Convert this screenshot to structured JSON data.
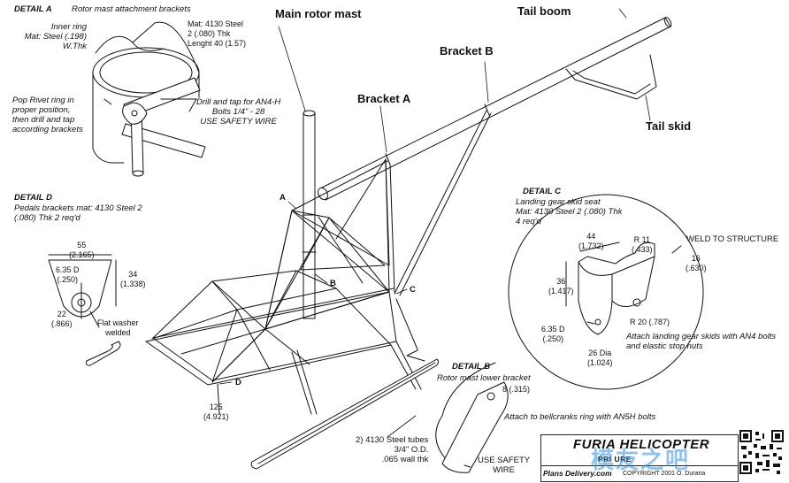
{
  "labels": {
    "main_rotor_mast": "Main rotor mast",
    "tail_boom": "Tail boom",
    "bracket_b": "Bracket B",
    "bracket_a": "Bracket A",
    "tail_skid": "Tail skid",
    "point_a": "A",
    "point_b": "B",
    "point_c": "C",
    "point_d": "D"
  },
  "detail_a": {
    "title": "DETAIL A",
    "caption": "Rotor mast attachment brackets",
    "inner_ring": "Inner ring\nMat: Steel (.198)\nW.Thk",
    "material": "Mat: 4130 Steel\n2 (.080) Thk\nLenght 40 (1.57)",
    "pop_rivet": "Pop Rivet ring in\nproper position,\nthen drill and tap\naccording brackets",
    "drill": "Drill and tap for AN4-H\nBolts 1/4\" - 28\nUSE SAFETY WIRE"
  },
  "detail_d": {
    "title": "DETAIL D",
    "caption": "Pedals brackets mat: 4130 Steel 2\n(.080) Thk 2 req'd",
    "dim_width": "55\n(2.165)",
    "dim_hole": "6.35 D\n(.250)",
    "dim_height": "34\n(1.338)",
    "dim_dia": "22\n(.866)",
    "washer": "Flat washer\nwelded",
    "dim_125": "125\n(4.921)"
  },
  "detail_c": {
    "title": "DETAIL C",
    "caption": "Landing gear skid seat\nMat: 4130 Steel 2 (.080) Thk\n4 req'd",
    "weld": "WELD TO STRUCTURE",
    "dim_44": "44\n(1.732)",
    "dim_r11": "R 11\n(.433)",
    "dim_16": "16\n(.630)",
    "dim_36": "36\n(1.417)",
    "dim_r20": "R 20 (.787)",
    "dim_635": "6.35 D\n(.250)",
    "dim_26": "26 Dia\n(1.024)",
    "attach": "Attach landing gear skids with AN4 bolts\nand elastic stop nuts"
  },
  "detail_b": {
    "title": "DETAIL B",
    "caption": "Rotor mast lower bracket",
    "dim_8": "8 (.315)",
    "attach": "Attach to bellcranks ring with AN5H bolts",
    "safety": "USE SAFETY\nWIRE"
  },
  "tubes_note": "2) 4130 Steel tubes\n3/4\" O.D.\n.065 wall thk",
  "title_block": {
    "brand": "FURIA HELICOPTER",
    "subtitle": "PRI          URE",
    "website": "Plans Delivery.com",
    "copyright": "COPYRIGHT 2001 O.    Durana"
  },
  "watermark": "模友之吧"
}
